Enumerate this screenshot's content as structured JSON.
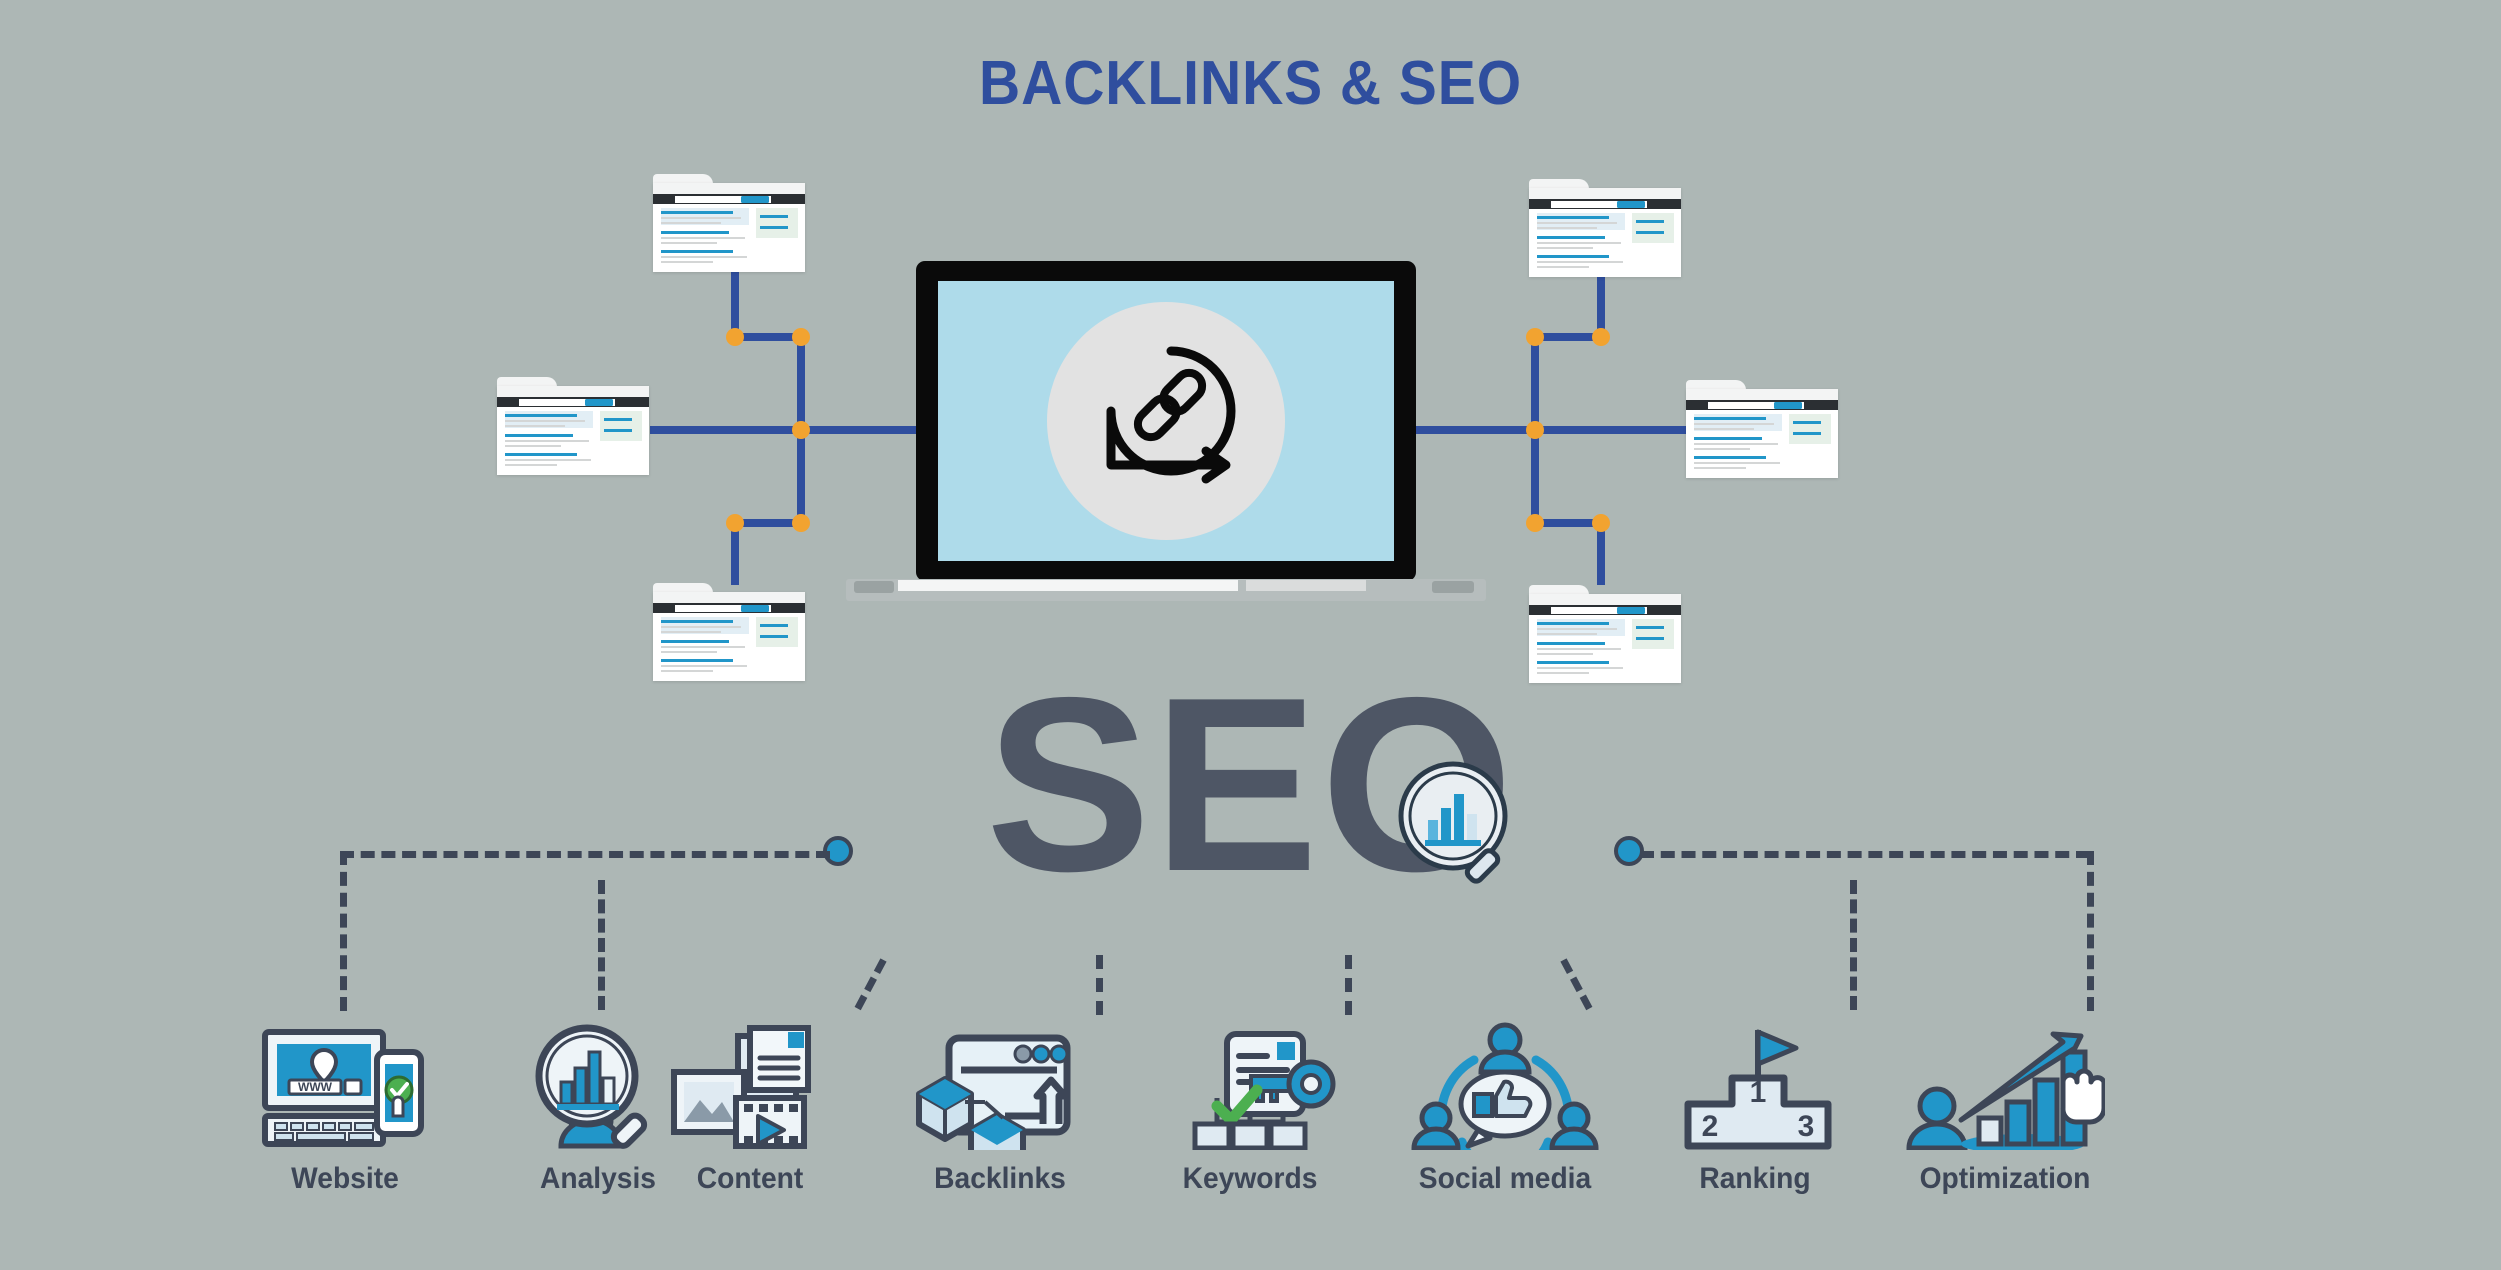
{
  "header": {
    "title": "BACKLINKS & SEO",
    "title_color": "#2f4e9e"
  },
  "hero": {
    "wordmark": "SEO",
    "wordmark_color": "#4e5665",
    "laptop_screen_icon": "chain-link-arrow-icon",
    "wordmark_icon": "magnifier-bar-chart-icon"
  },
  "palette": {
    "background_dark": "#adb7b5",
    "background_light": "#dcdcdc",
    "accent_blue": "#2196c9",
    "deep_blue": "#2f4e9e",
    "orange_node": "#f2a330",
    "slate": "#3d4657",
    "screen_blue": "#aedbea",
    "green_check": "#4caf50"
  },
  "network": {
    "node_color": "#f2a330",
    "wire_color": "#2f4e9e",
    "card_count": 6,
    "card_label": "search-result-page",
    "cards": [
      {
        "id": "card-top-left",
        "side": "left"
      },
      {
        "id": "card-mid-left",
        "side": "left"
      },
      {
        "id": "card-bottom-left",
        "side": "left"
      },
      {
        "id": "card-top-right",
        "side": "right"
      },
      {
        "id": "card-mid-right",
        "side": "right"
      },
      {
        "id": "card-bottom-right",
        "side": "right"
      }
    ]
  },
  "tree": {
    "node_color": "#2196c9",
    "line_color": "#3d4657",
    "left_hub_label": "left-branch-node",
    "right_hub_label": "right-branch-node"
  },
  "items": [
    {
      "label": "Website",
      "icon": "website-monitor-icon",
      "caption": "WWW"
    },
    {
      "label": "Analysis",
      "icon": "analysis-magnifier-icon",
      "caption": ""
    },
    {
      "label": "Content",
      "icon": "content-media-icon",
      "caption": ""
    },
    {
      "label": "Backlinks",
      "icon": "backlinks-nodes-icon",
      "caption": ""
    },
    {
      "label": "Keywords",
      "icon": "keywords-key-doc-icon",
      "caption": ""
    },
    {
      "label": "Social media",
      "icon": "social-media-group-icon",
      "caption": ""
    },
    {
      "label": "Ranking",
      "icon": "ranking-podium-icon",
      "caption": ""
    },
    {
      "label": "Optimization",
      "icon": "optimization-growth-icon",
      "caption": ""
    }
  ],
  "ranking_podium": {
    "first": "1",
    "second": "2",
    "third": "3"
  }
}
